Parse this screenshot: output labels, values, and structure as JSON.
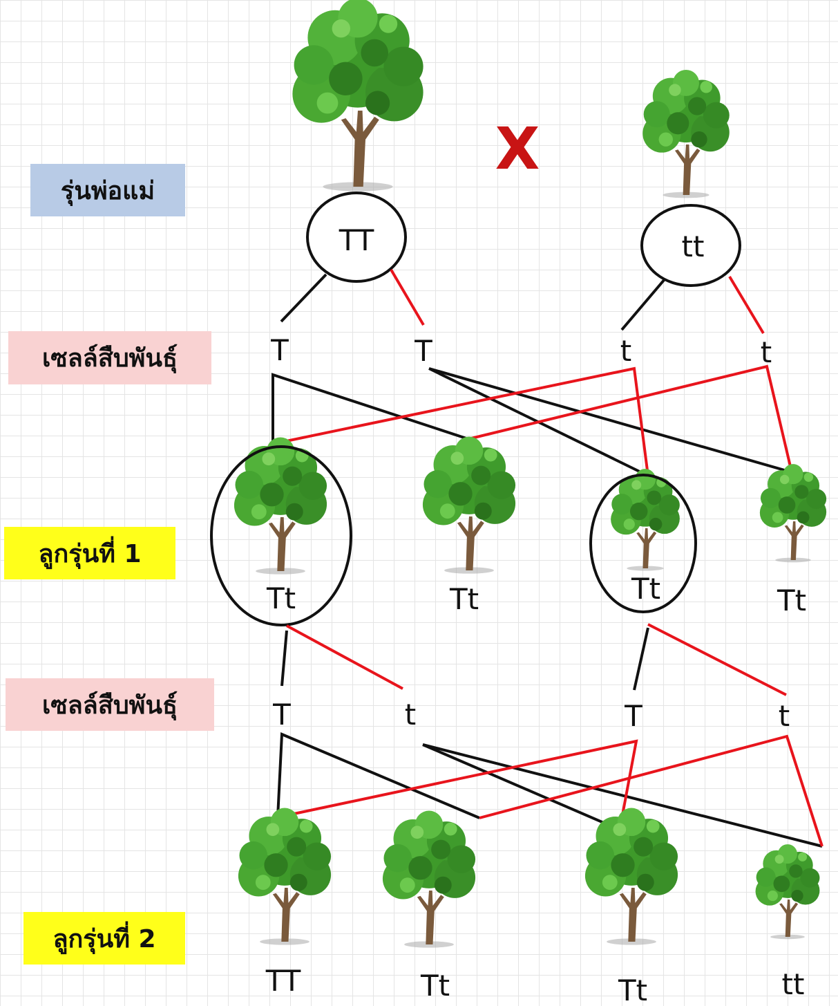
{
  "generations": {
    "parents": "รุ่นพ่อแม่",
    "gametes_1": "เซลล์สืบพันธุ์",
    "f1": "ลูกรุ่นที่ 1",
    "gametes_2": "เซลล์สืบพันธุ์",
    "f2": "ลูกรุ่นที่ 2"
  },
  "cross_symbol": "X",
  "parents": [
    {
      "genotype": "TT"
    },
    {
      "genotype": "tt"
    }
  ],
  "gametes_1": [
    "T",
    "T",
    "t",
    "t"
  ],
  "f1": [
    {
      "genotype": "Tt",
      "circled": true
    },
    {
      "genotype": "Tt",
      "circled": false
    },
    {
      "genotype": "Tt",
      "circled": true
    },
    {
      "genotype": "Tt",
      "circled": false
    }
  ],
  "gametes_2": [
    "T",
    "t",
    "T",
    "t"
  ],
  "f2": [
    {
      "genotype": "TT"
    },
    {
      "genotype": "Tt"
    },
    {
      "genotype": "Tt"
    },
    {
      "genotype": "tt"
    }
  ],
  "colors": {
    "line_dark": "#111111",
    "line_red": "#e8141c",
    "foliage": "#3e9a2a",
    "trunk": "#7a5a3c"
  },
  "icons": [
    "tree-icon"
  ]
}
